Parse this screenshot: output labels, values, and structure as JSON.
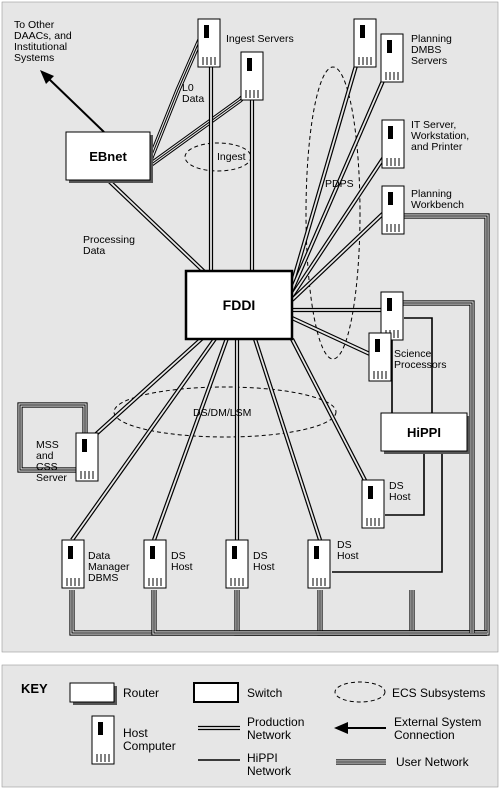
{
  "diagram": {
    "labels": {
      "to_other_daacs": "To Other\nDAACs, and\nInstitutional\nSystems",
      "ingest_servers": "Ingest Servers",
      "l0_data": "L0\nData",
      "planning_dbms_servers": "Planning\nDMBS\nServers",
      "it_server": "IT Server,\nWorkstation,\nand Printer",
      "pdps": "PDPS",
      "planning_workbench": "Planning\nWorkbench",
      "processing_data": "Processing\nData",
      "science_processors": "Science\nProcessors",
      "mss_css": "MSS\nand\nCSS\nServer",
      "ds_host_right": "DS\nHost",
      "data_manager": "Data\nManager\nDBMS",
      "ds_host_1": "DS\nHost",
      "ds_host_2": "DS\nHost",
      "ds_host_3": "DS\nHost"
    },
    "routers": {
      "ebnet": "EBnet",
      "hippi": "HiPPI"
    },
    "switch": {
      "fddi": "FDDI"
    },
    "subsystems": {
      "ingest": "Ingest",
      "dsdmlsm": "DS/DM/LSM"
    }
  },
  "key": {
    "title": "KEY",
    "router": "Router",
    "switch": "Switch",
    "ecs_subsystems": "ECS Subsystems",
    "host_computer": "Host\nComputer",
    "production_network": "Production\nNetwork",
    "external_connection": "External System\nConnection",
    "hippi_network": "HiPPI\nNetwork",
    "user_network": "User Network"
  },
  "colors": {
    "background": "#e6e6e6",
    "line": "#000000",
    "box": "#ffffff"
  }
}
